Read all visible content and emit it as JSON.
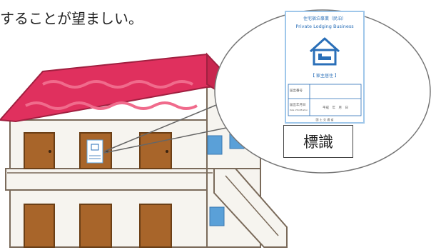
{
  "caption": {
    "text": "することが望ましい。"
  },
  "sign": {
    "title_jp": "住宅宿泊事業（民泊）",
    "title_en": "Private Lodging Business",
    "category": "【 家主居住 】",
    "row1_label": "届出番号",
    "row2_label": "届出年月日",
    "row2_label_en": "Date of Notification",
    "date_fields": "平成　年　月　日",
    "footer": "国 土 交 通 省"
  },
  "callout": {
    "label": "標識"
  },
  "colors": {
    "roof": "#e0305e",
    "door": "#a8652a",
    "window": "#5aa0d8",
    "wall": "#f6f4ef",
    "outline": "#7a6a5a",
    "sign_blue": "#2a6fb8"
  },
  "icons": {
    "house_icon": "house-with-bed-icon"
  }
}
